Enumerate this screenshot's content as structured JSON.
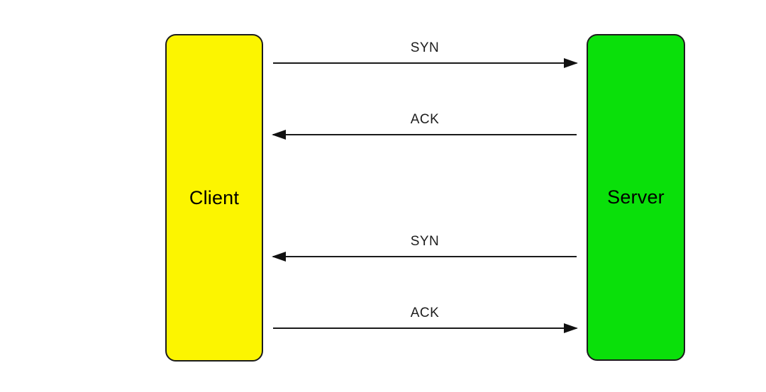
{
  "diagram": {
    "type": "sequence-message-diagram",
    "background": "#ffffff",
    "arrow_color": "#1a1a1a",
    "nodes": [
      {
        "id": "client",
        "label": "Client",
        "fill": "#fcf500",
        "border": "#1c1c1c"
      },
      {
        "id": "server",
        "label": "Server",
        "fill": "#0ae00a",
        "border": "#1c1c1c"
      }
    ],
    "messages": [
      {
        "label": "SYN",
        "from": "client",
        "to": "server",
        "direction": "right"
      },
      {
        "label": "ACK",
        "from": "server",
        "to": "client",
        "direction": "left"
      },
      {
        "label": "SYN",
        "from": "server",
        "to": "client",
        "direction": "left"
      },
      {
        "label": "ACK",
        "from": "client",
        "to": "server",
        "direction": "right"
      }
    ]
  }
}
